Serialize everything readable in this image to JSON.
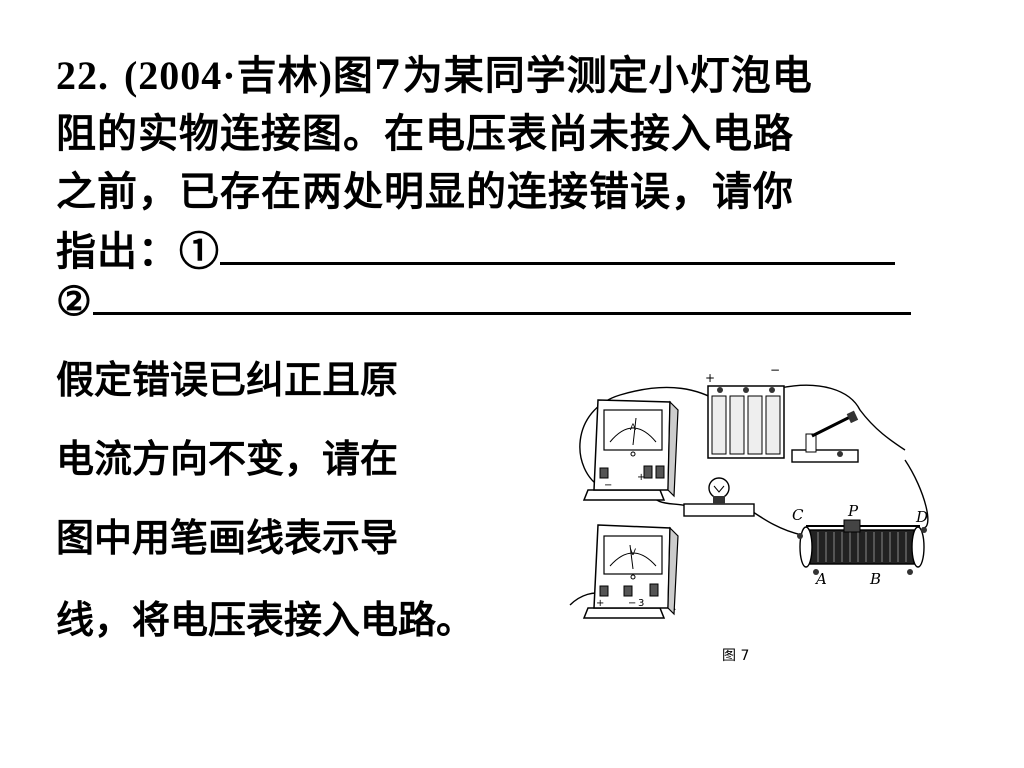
{
  "question": {
    "number": "22.",
    "source": "(2004·吉林)",
    "line1_rest": "图7为某同学测定小灯泡电",
    "line2": "阻的实物连接图。在电压表尚未接入电路",
    "line3": "之前，已存在两处明显的连接错误，请你",
    "line4_prefix": "指出：①",
    "line5_prefix": "②"
  },
  "instruction": {
    "line1": "假定错误已纠正且原",
    "line2": "电流方向不变，请在",
    "line3": "图中用笔画线表示导",
    "line4": "线，将电压表接入电路。"
  },
  "figure": {
    "caption": "图 7",
    "battery_plus": "+",
    "battery_minus": "−",
    "ammeter_symbol": "A",
    "ammeter_term_minus": "−",
    "ammeter_term_plus": "+",
    "voltmeter_symbol": "V",
    "voltmeter_term_plus": "+",
    "voltmeter_term_minus": "−",
    "voltmeter_term_3": "3",
    "label_C": "C",
    "label_P": "P",
    "label_D": "D",
    "label_A": "A",
    "label_B": "B"
  }
}
